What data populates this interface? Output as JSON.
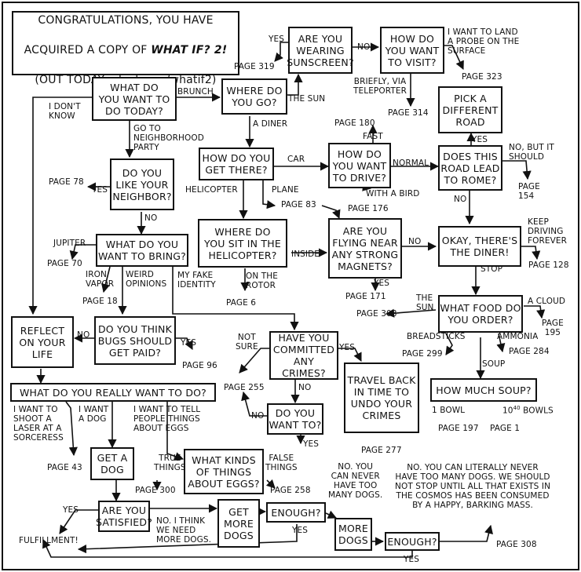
{
  "title": {
    "line1": "CONGRATULATIONS, YOU HAVE",
    "line2_a": "ACQUIRED A COPY OF ",
    "line2_b": "WHAT IF? 2!",
    "line3": "(OUT TODAY, xkcd.com/whatif2)"
  },
  "boxes": {
    "what_do_you_want_today": "WHAT DO\nYOU WANT TO\nDO TODAY?",
    "where_do_you_go": "WHERE DO\nYOU GO?",
    "wearing_sunscreen": "ARE YOU\nWEARING\nSUNSCREEN?",
    "how_want_to_visit": "HOW DO\nYOU WANT\nTO VISIT?",
    "pick_different_road": "PICK A\nDIFFERENT\nROAD",
    "how_get_there": "HOW DO YOU\nGET THERE?",
    "how_want_to_drive": "HOW DO\nYOU WANT\nTO DRIVE?",
    "road_lead_rome": "DOES THIS\nROAD LEAD\nTO ROME?",
    "like_neighbor": "DO YOU\nLIKE YOUR\nNEIGHBOR?",
    "want_to_bring": "WHAT DO YOU\nWANT TO BRING?",
    "sit_in_helicopter": "WHERE DO\nYOU SIT IN THE\nHELICOPTER?",
    "flying_magnets": "ARE YOU\nFLYING NEAR\nANY STRONG\nMAGNETS?",
    "theres_the_diner": "OKAY, THERE'S\nTHE DINER!",
    "what_food": "WHAT FOOD DO\nYOU ORDER?",
    "reflect_life": "REFLECT\nON YOUR\nLIFE",
    "bugs_paid": "DO YOU THINK\nBUGS SHOULD\nGET PAID?",
    "committed_crimes": "HAVE YOU\nCOMMITTED\nANY CRIMES?",
    "travel_back": "TRAVEL BACK\nIN TIME TO\nUNDO YOUR\nCRIMES",
    "how_much_soup": "HOW MUCH SOUP?",
    "really_want": "WHAT DO YOU REALLY WANT TO DO?",
    "do_you_want_to": "DO YOU\nWANT TO?",
    "get_a_dog": "GET A\nDOG",
    "kinds_of_things": "WHAT KINDS\nOF THINGS\nABOUT EGGS?",
    "are_you_satisfied": "ARE YOU\nSATISFIED?",
    "get_more_dogs": "GET\nMORE\nDOGS",
    "enough_1": "ENOUGH?",
    "more_dogs": "MORE\nDOGS",
    "enough_2": "ENOUGH?"
  },
  "labels": {
    "yes_sunscreen": "YES",
    "page_319": "PAGE 319",
    "no_sunscreen": "NO",
    "land_probe": "I WANT TO LAND\nA PROBE ON THE\nSURFACE",
    "page_323": "PAGE 323",
    "briefly_teleporter": "BRIEFLY, VIA\nTELEPORTER",
    "page_314": "PAGE 314",
    "brunch": "BRUNCH",
    "the_sun_1": "THE SUN",
    "i_dont_know": "I DON'T\nKNOW",
    "go_neighborhood_party": "GO TO\nNEIGHBORHOOD\nPARTY",
    "a_diner": "A DINER",
    "page_180": "PAGE 180",
    "fast": "FAST",
    "yes_rome": "YES",
    "no_but_should": "NO, BUT IT\nSHOULD",
    "page_154": "PAGE\n154",
    "car": "CAR",
    "normal": "NORMAL",
    "page_78": "PAGE 78",
    "yes_neighbor": "YES",
    "helicopter": "HELICOPTER",
    "plane": "PLANE",
    "with_a_bird": "WITH A BIRD",
    "page_176": "PAGE 176",
    "no_rome": "NO",
    "page_83": "PAGE 83",
    "no_neighbor": "NO",
    "jupiter": "JUPITER",
    "page_70": "PAGE 70",
    "no_magnets": "NO",
    "keep_driving": "KEEP\nDRIVING\nFOREVER",
    "page_128": "PAGE 128",
    "inside": "INSIDE",
    "iron_vapor": "IRON\nVAPOR",
    "weird_opinions": "WEIRD\nOPINIONS",
    "my_fake_identity": "MY FAKE\nIDENTITY",
    "on_the_rotor": "ON THE\nROTOR",
    "yes_magnets": "YES",
    "stop": "STOP",
    "page_18": "PAGE 18",
    "page_6": "PAGE 6",
    "page_171": "PAGE 171",
    "the_sun_2": "THE\nSUN",
    "page_303": "PAGE 303",
    "a_cloud": "A CLOUD",
    "page_195": "PAGE\n195",
    "no_bugs": "NO",
    "yes_bugs": "YES",
    "page_96": "PAGE 96",
    "not_sure": "NOT\nSURE",
    "yes_crimes": "YES",
    "breadsticks": "BREADSTICKS",
    "ammonia": "AMMONIA",
    "page_299": "PAGE 299",
    "page_284": "PAGE 284",
    "soup": "SOUP",
    "page_255": "PAGE 255",
    "no_crimes": "NO",
    "no_want_to": "NO",
    "one_bowl": "1 BOWL",
    "bowls_base": "10",
    "bowls_exp": "40",
    "bowls_suffix": " BOWLS",
    "page_197": "PAGE 197",
    "page_1": "PAGE 1",
    "laser_sorceress": "I WANT TO\nSHOOT A\nLASER AT A\nSORCERESS",
    "i_want_a_dog": "I WANT\nA DOG",
    "tell_people_eggs": "I WANT TO TELL\nPEOPLE THINGS\nABOUT EGGS",
    "yes_want_to": "YES",
    "page_277": "PAGE 277",
    "true_things": "TRUE\nTHINGS",
    "false_things": "FALSE\nTHINGS",
    "page_43": "PAGE 43",
    "page_300": "PAGE 300",
    "page_258": "PAGE 258",
    "never_too_many": "NO. YOU\nCAN NEVER\nHAVE TOO\nMANY DOGS.",
    "literally_never": "NO. YOU CAN LITERALLY NEVER\nHAVE TOO MANY DOGS. WE SHOULD\nNOT STOP UNTIL ALL THAT EXISTS IN\nTHE COSMOS HAS BEEN CONSUMED\nBY A HAPPY, BARKING MASS.",
    "yes_satisfied": "YES",
    "need_more_dogs": "NO. I THINK\nWE NEED\nMORE DOGS.",
    "fulfillment": "FULFILLMENT!",
    "yes_enough_1": "YES",
    "page_308": "PAGE 308",
    "yes_enough_2": "YES"
  }
}
